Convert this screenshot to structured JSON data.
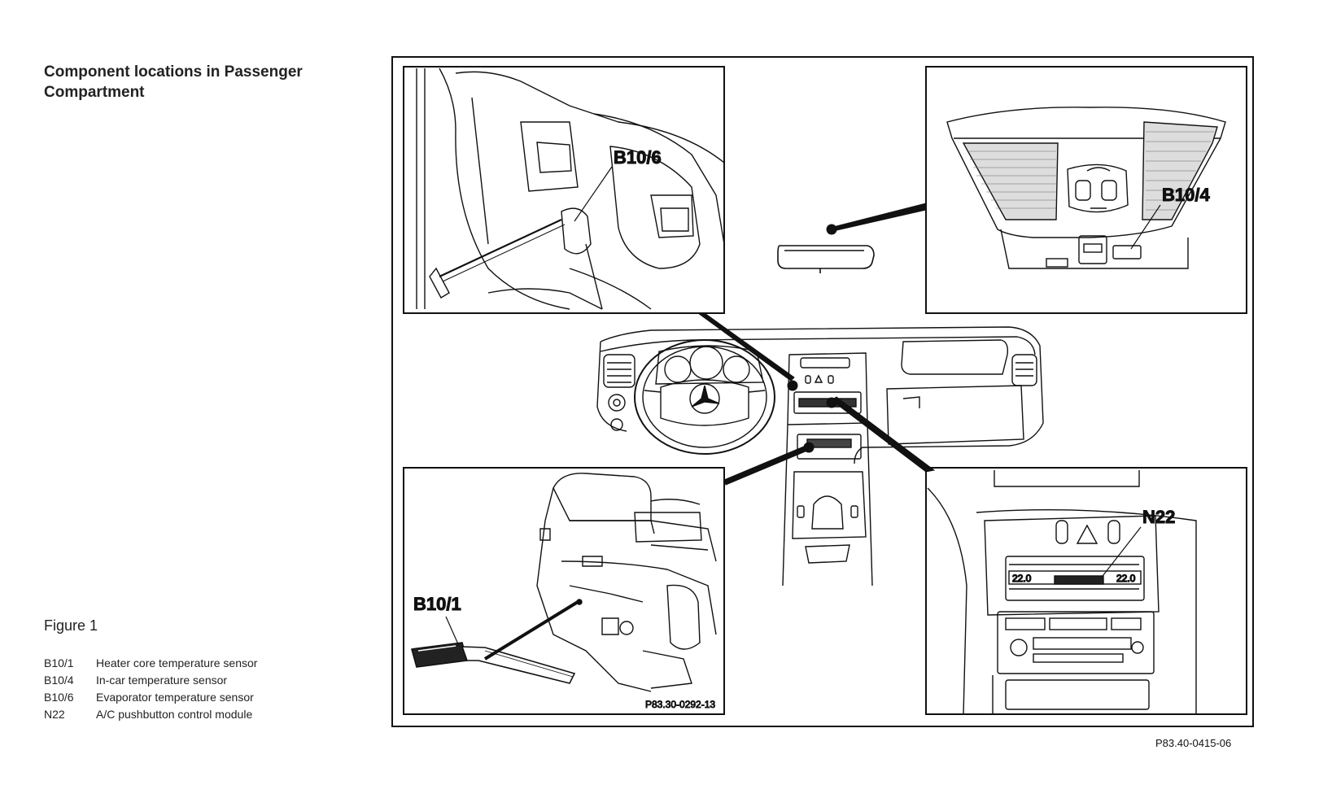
{
  "page": {
    "title": "Component locations in Passenger Compartment",
    "figure_label": "Figure 1",
    "figure_code": "P83.40-0415-06"
  },
  "legend": [
    {
      "code": "B10/1",
      "description": "Heater core temperature sensor"
    },
    {
      "code": "B10/4",
      "description": "In-car temperature sensor"
    },
    {
      "code": "B10/6",
      "description": "Evaporator temperature sensor"
    },
    {
      "code": "N22",
      "description": "A/C pushbutton control module"
    }
  ],
  "callouts": {
    "b10_6": "B10/6",
    "b10_4": "B10/4",
    "b10_1": "B10/1",
    "n22": "N22"
  },
  "detail_codes": {
    "heater_box": "P83.30-0292-13"
  },
  "display_readouts": {
    "left_temp": "22.0",
    "right_temp": "22.0"
  }
}
